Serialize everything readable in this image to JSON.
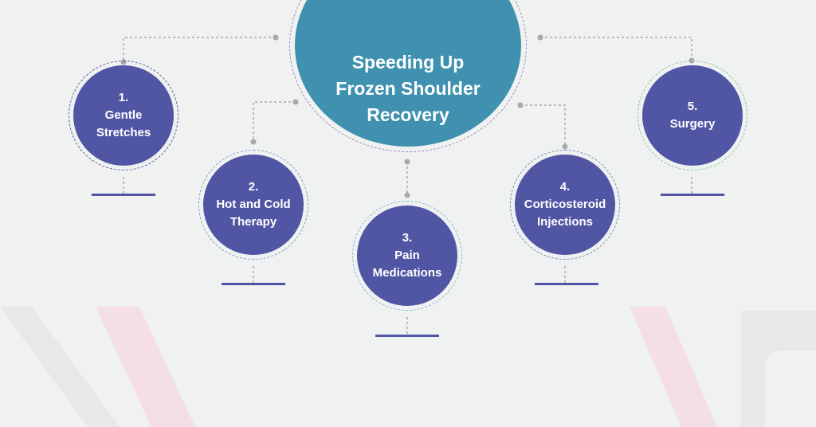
{
  "center": {
    "title": "Speeding Up Frozen Shoulder Recovery"
  },
  "steps": [
    {
      "number": "1.",
      "label": "Gentle Stretches",
      "ring_color": "#5a5fa8"
    },
    {
      "number": "2.",
      "label": "Hot and Cold Therapy",
      "ring_color": "#7aa0cc"
    },
    {
      "number": "3.",
      "label": "Pain Medications",
      "ring_color": "#7fbdd4"
    },
    {
      "number": "4.",
      "label": "Corticosteroid Injections",
      "ring_color": "#6b8fb8"
    },
    {
      "number": "5.",
      "label": "Surgery",
      "ring_color": "#86c8a0"
    }
  ],
  "colors": {
    "background": "#f0f1f1",
    "circle_fill": "#5156a4",
    "center_fill": "#3f91af",
    "connector": "#a9a9a9",
    "base_bar": "#4f55a3",
    "watermark_red": "#f3dde3",
    "watermark_gray": "#e6e7e9"
  }
}
